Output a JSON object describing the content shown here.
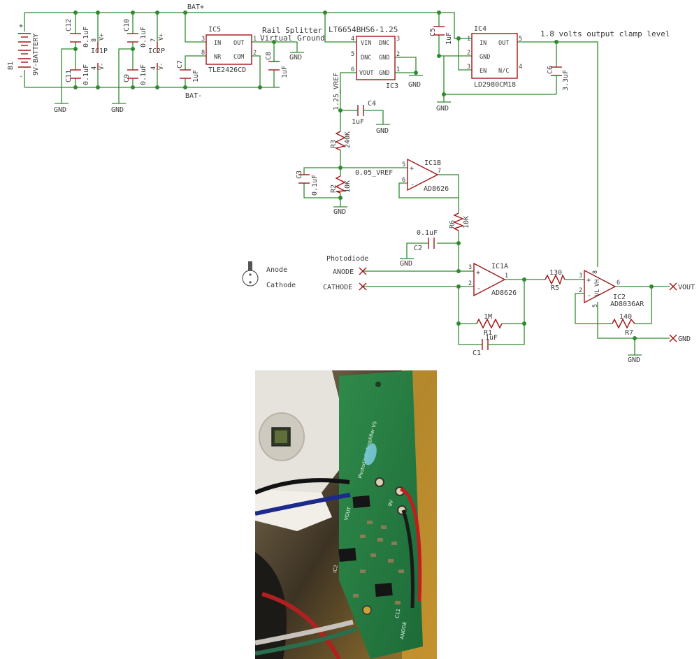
{
  "schematic": {
    "battery": {
      "ref": "B1",
      "value": "9V-BATTERY"
    },
    "rails": {
      "pos": "BAT+",
      "neg": "BAT-",
      "gnd": "GND"
    },
    "decoupling": {
      "c12": {
        "ref": "C12",
        "value": "0.1uF"
      },
      "c11": {
        "ref": "C11",
        "value": "0.1uF"
      },
      "c10": {
        "ref": "C10",
        "value": "0.1uF"
      },
      "c9": {
        "ref": "C9",
        "value": "0.1uF"
      },
      "ic1p": {
        "ref": "IC1P",
        "pin_top": "8",
        "pin_bot": "4",
        "vp": "V+",
        "vm": "V-"
      },
      "ic2p": {
        "ref": "IC2P",
        "pin_top": "7",
        "pin_bot": "4",
        "vp": "V+",
        "vm": "V-"
      }
    },
    "ic5": {
      "ref": "IC5",
      "part": "TLE2426CD",
      "pins": {
        "in": "IN",
        "out": "OUT",
        "nr": "NR",
        "com": "COM"
      },
      "pin_nums": {
        "in": "3",
        "out": "1",
        "nr": "8",
        "com": "2"
      },
      "note1": "Rail Splitter",
      "note2": "Virtual Ground"
    },
    "c7": {
      "ref": "C7",
      "value": "1uF"
    },
    "c8": {
      "ref": "C8",
      "value": "1uF"
    },
    "ic3": {
      "ref": "IC3",
      "part": "LT6654BHS6-1.25",
      "pins": {
        "vin": "VIN",
        "dnc1": "DNC",
        "dnc2": "DNC",
        "gnd1": "GND",
        "vout": "VOUT",
        "gnd2": "GND"
      },
      "pin_nums": {
        "vin": "4",
        "dnc1": "3",
        "dnc2": "5",
        "gnd1": "2",
        "vout": "6",
        "gnd2": "1"
      }
    },
    "c5": {
      "ref": "C5",
      "value": "1uF"
    },
    "ic4": {
      "ref": "IC4",
      "part": "LD2980CM18",
      "pins": {
        "in": "IN",
        "out": "OUT",
        "gnd": "GND",
        "en": "EN",
        "nc": "N/C"
      },
      "pin_nums": {
        "in": "1",
        "out": "5",
        "gnd": "2",
        "en": "3",
        "nc": "4"
      }
    },
    "clamp_note": "1.8 volts output clamp level",
    "c6": {
      "ref": "C6",
      "value": "3.3uF"
    },
    "vref_125": "1.25_VREF",
    "vref_005": "0.05_VREF",
    "c4": {
      "ref": "C4",
      "value": "1uF"
    },
    "r3": {
      "ref": "R3",
      "value": "240K"
    },
    "r2": {
      "ref": "R2",
      "value": "10K"
    },
    "c3": {
      "ref": "C3",
      "value": "0.1uF"
    },
    "ic1b": {
      "ref": "IC1B",
      "part": "AD8626",
      "pin_plus": "5",
      "pin_minus": "6",
      "pin_out": "7"
    },
    "r6": {
      "ref": "R6",
      "value": "10K"
    },
    "c2": {
      "ref": "C2",
      "value": "0.1uF"
    },
    "photodiode": {
      "title": "Photodiode",
      "anode_net": "ANODE",
      "cathode_net": "CATHODE",
      "anode_label": "Anode",
      "cathode_label": "Cathode"
    },
    "ic1a": {
      "ref": "IC1A",
      "part": "AD8626",
      "pin_plus": "3",
      "pin_minus": "2",
      "pin_out": "1"
    },
    "r1": {
      "ref": "R1",
      "value": "1M"
    },
    "c1": {
      "ref": "C1",
      "value": "1uF"
    },
    "r5": {
      "ref": "R5",
      "value": "130"
    },
    "ic2": {
      "ref": "IC2",
      "part": "AD8036AR",
      "pin_plus": "3",
      "pin_minus": "2",
      "pin_out": "6",
      "pin_vh": "8",
      "pin_vl": "5",
      "vh": "VH",
      "vl": "VL"
    },
    "r7": {
      "ref": "R7",
      "value": "140"
    },
    "vout": "VOUT",
    "gnd_out": "GND"
  },
  "photo": {
    "silk_title": "Photodiode Amplifier V5",
    "silk_vout": "VOUT",
    "silk_9v": "9V",
    "silk_anode": "ANODE",
    "silk_ref_ic2": "IC2",
    "silk_ref_c11": "C11"
  }
}
